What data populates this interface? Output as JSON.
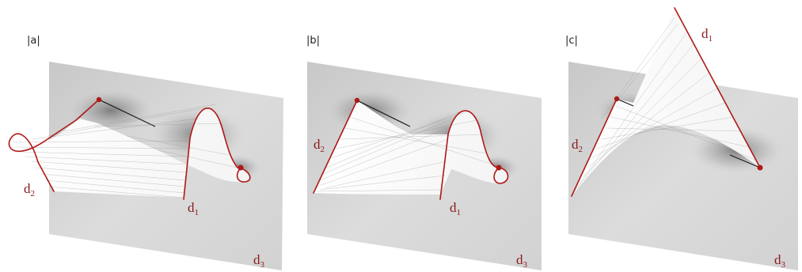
{
  "colors": {
    "curve": "#b01818",
    "plane": "#d6d6d6",
    "plane_shadow": "#9a9a9a",
    "surface": "#ffffff",
    "ruling": "#8a8a8a",
    "edge": "#1a1a1a"
  },
  "panels": [
    {
      "label": "|a|",
      "curves": [
        {
          "main": "d",
          "sub": "2"
        },
        {
          "main": "d",
          "sub": "1"
        },
        {
          "main": "d",
          "sub": "3"
        }
      ]
    },
    {
      "label": "|b|",
      "curves": [
        {
          "main": "d",
          "sub": "2"
        },
        {
          "main": "d",
          "sub": "1"
        },
        {
          "main": "d",
          "sub": "3"
        }
      ]
    },
    {
      "label": "|c|",
      "curves": [
        {
          "main": "d",
          "sub": "2"
        },
        {
          "main": "d",
          "sub": "1"
        },
        {
          "main": "d",
          "sub": "3"
        }
      ]
    }
  ]
}
